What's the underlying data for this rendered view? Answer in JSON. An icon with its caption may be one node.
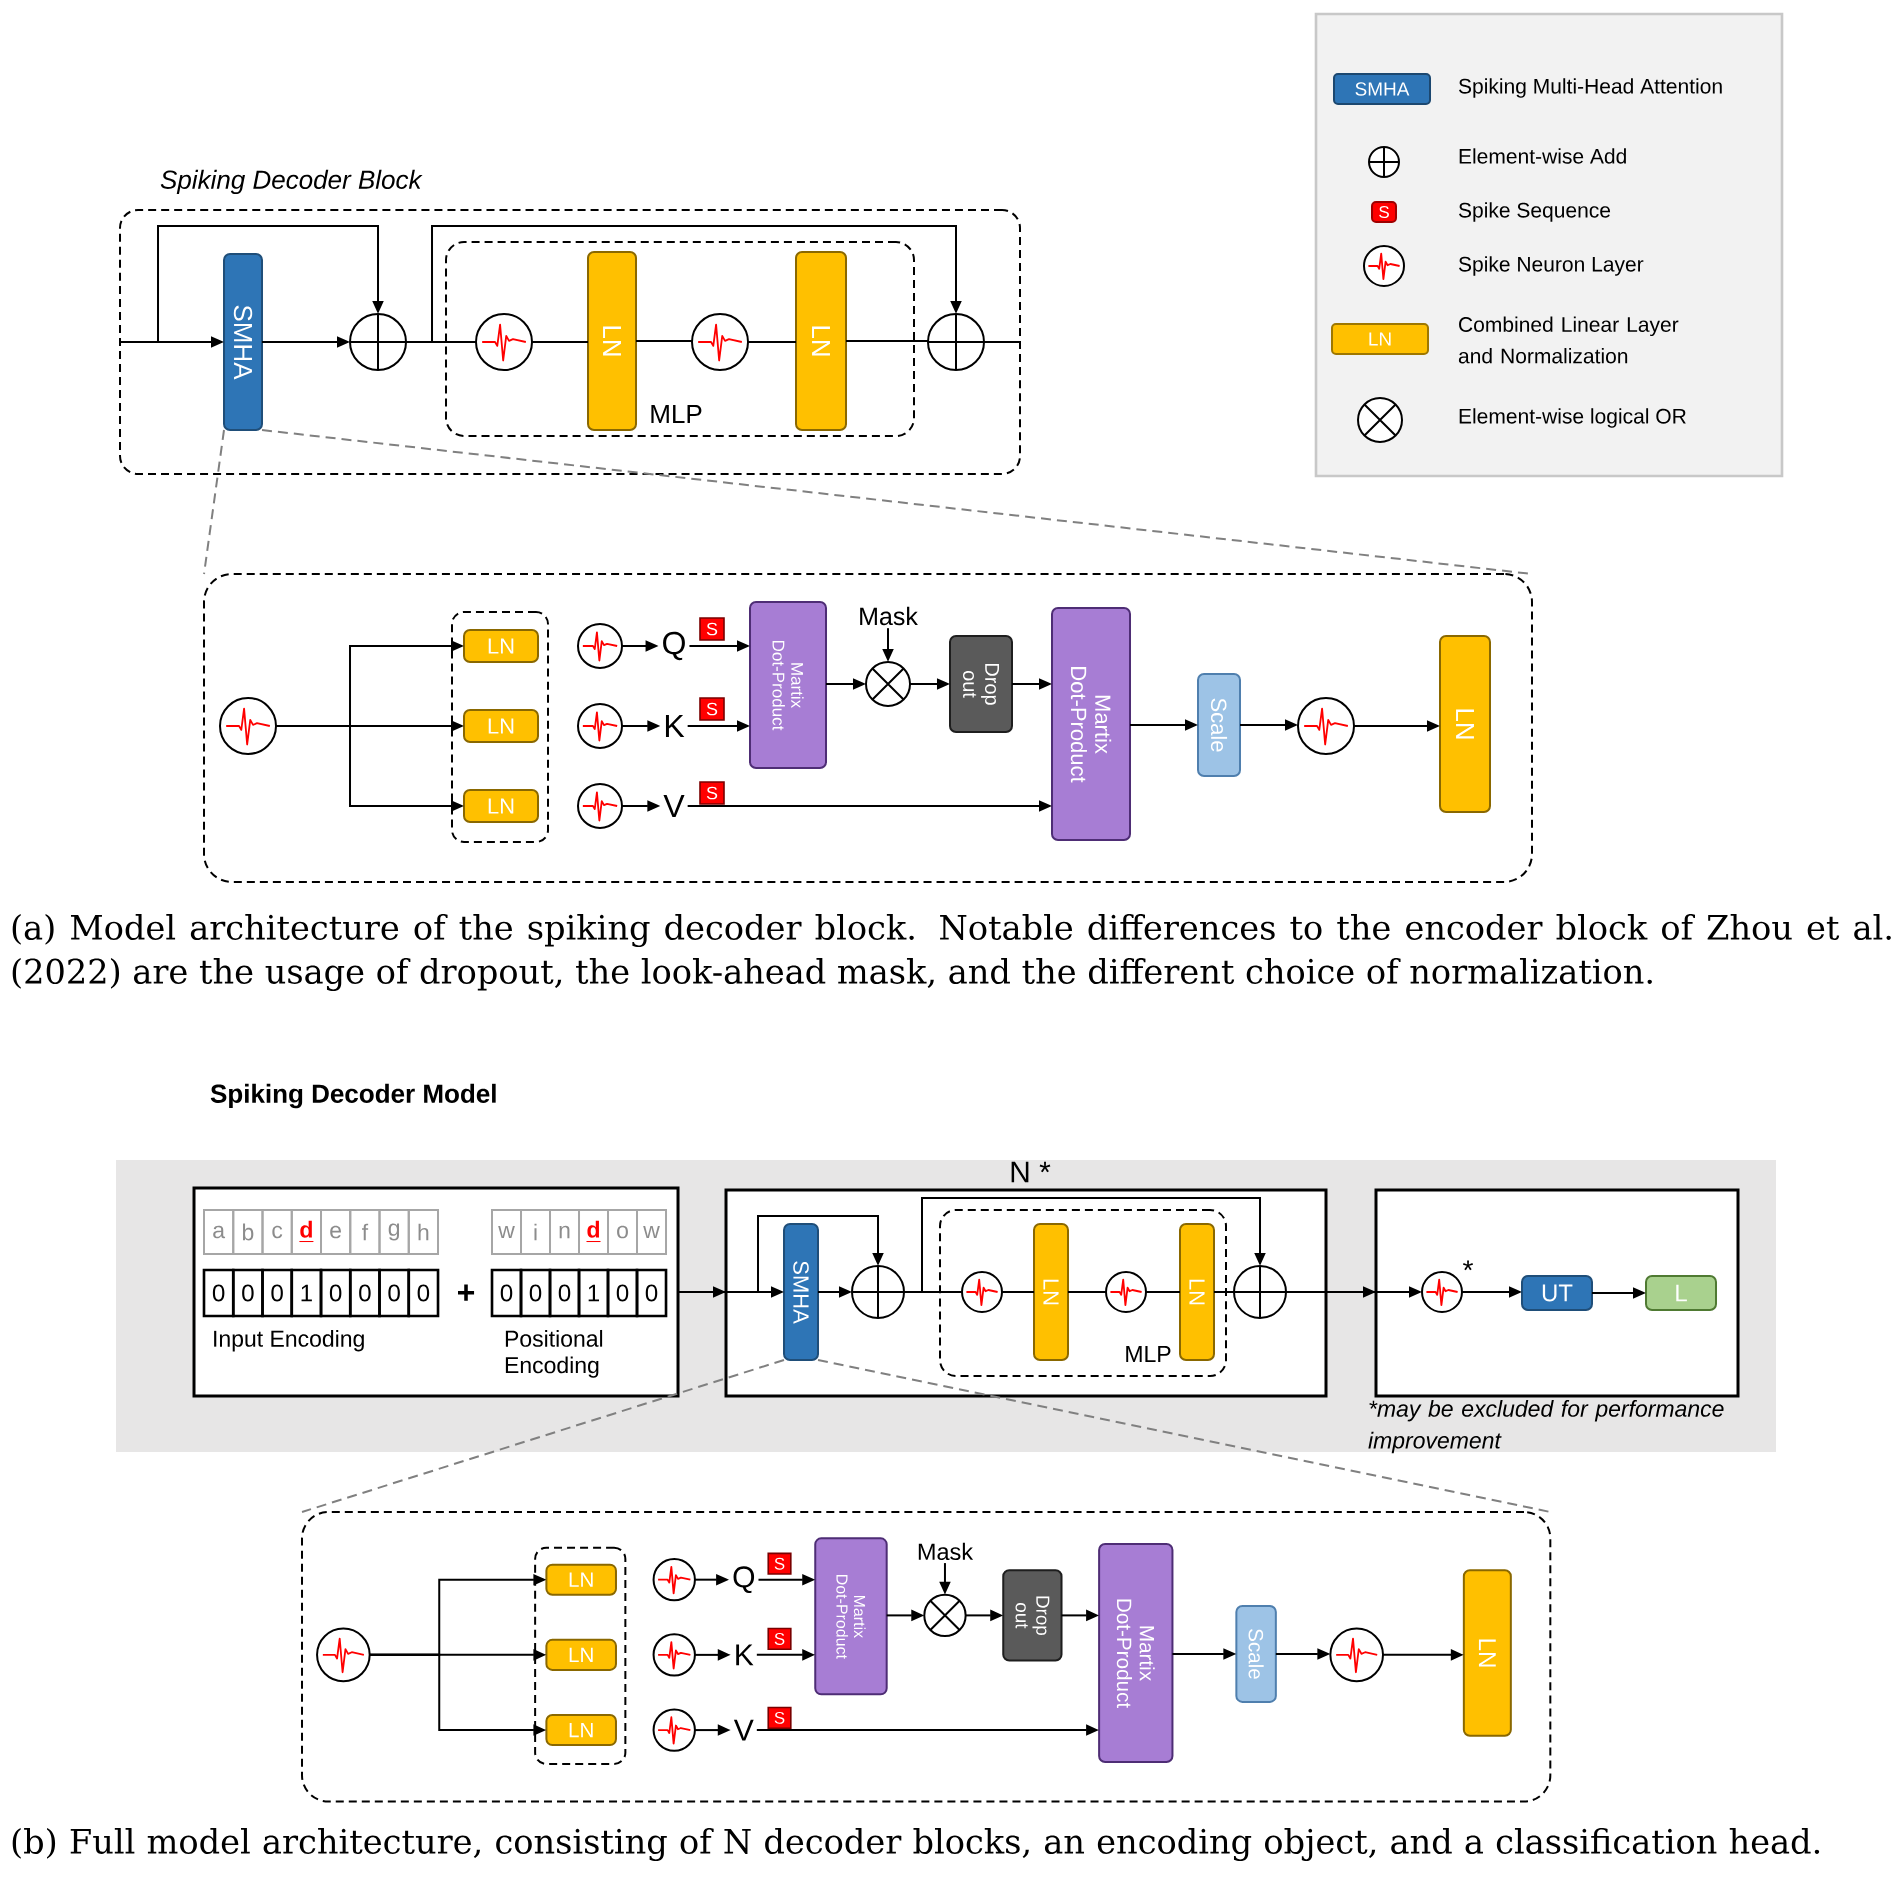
{
  "diagram": {
    "nodes": [
      {
        "text": [
          "Spiking Decoder Block"
        ]
      },
      {
        "text": [
          "SMHA"
        ],
        "in": 0
      },
      {
        "text": [],
        "shape": "circle",
        "in": 0
      },
      {
        "text": [
          "MLP"
        ],
        "in": 0
      },
      {
        "text": [],
        "shape": "circle",
        "in": 3
      },
      {
        "text": [
          "LN"
        ],
        "in": 3
      },
      {
        "text": [],
        "shape": "circle",
        "in": 3
      },
      {
        "text": [
          "LN"
        ],
        "in": 3
      },
      {
        "text": [],
        "shape": "circle",
        "in": 0
      },
      {
        "text": [],
        "shape": "box"
      },
      {
        "text": [],
        "shape": "circle",
        "in": 9
      },
      {
        "text": [],
        "shape": "box",
        "in": 9
      },
      {
        "text": [
          "LN"
        ],
        "in": 11
      },
      {
        "text": [
          "LN"
        ],
        "in": 11
      },
      {
        "text": [
          "LN"
        ],
        "in": 11
      },
      {
        "text": [],
        "shape": "circle",
        "in": 9
      },
      {
        "text": [],
        "shape": "circle",
        "in": 9
      },
      {
        "text": [],
        "shape": "circle",
        "in": 9
      },
      {
        "text": [
          "Q"
        ],
        "in": 9
      },
      {
        "text": [
          "K"
        ],
        "in": 9
      },
      {
        "text": [
          "V"
        ],
        "in": 9
      },
      {
        "text": [
          "Martix Dot-Product"
        ],
        "in": 9
      },
      {
        "text": [
          "Mask"
        ],
        "in": 9
      },
      {
        "text": [],
        "shape": "circle",
        "in": 9
      },
      {
        "text": [
          "Drop out"
        ],
        "in": 9
      },
      {
        "text": [
          "Martix Dot-Product"
        ],
        "in": 9
      },
      {
        "text": [
          "Scale"
        ],
        "in": 9
      },
      {
        "text": [],
        "shape": "circle",
        "in": 9
      },
      {
        "text": [
          "LN"
        ],
        "in": 9
      },
      {
        "text": [],
        "shape": "box"
      },
      {
        "text": [],
        "shape": "box",
        "in": 29
      },
      {
        "text": [
          "a",
          "b",
          "c",
          "d",
          "e",
          "f",
          "g",
          "h"
        ],
        "in": 30
      },
      {
        "text": [
          "0",
          "0",
          "0",
          "1",
          "0",
          "0",
          "0",
          "0"
        ],
        "beside": [
          "Input Encoding"
        ],
        "in": 30
      },
      {
        "text": [
          "w",
          "i",
          "n",
          "d",
          "o",
          "w"
        ],
        "in": 30
      },
      {
        "text": [
          "0",
          "0",
          "0",
          "1",
          "0",
          "0"
        ],
        "beside": [
          "Positional Encoding"
        ],
        "in": 30
      },
      {
        "text": [
          "N *"
        ],
        "in": 29
      },
      {
        "text": [
          "SMHA"
        ],
        "in": 35
      },
      {
        "text": [],
        "shape": "circle",
        "in": 35
      },
      {
        "text": [
          "MLP"
        ],
        "in": 35
      },
      {
        "text": [],
        "shape": "circle",
        "in": 38
      },
      {
        "text": [
          "LN"
        ],
        "in": 38
      },
      {
        "text": [],
        "shape": "circle",
        "in": 38
      },
      {
        "text": [
          "LN"
        ],
        "in": 38
      },
      {
        "text": [],
        "shape": "circle",
        "in": 35
      },
      {
        "text": [],
        "shape": "box",
        "in": 29
      },
      {
        "text": [],
        "shape": "circle",
        "beside": [
          "*"
        ],
        "in": 44
      },
      {
        "text": [
          "UT"
        ],
        "in": 44
      },
      {
        "text": [
          "L"
        ],
        "in": 44
      },
      {
        "text": [],
        "shape": "box"
      },
      {
        "text": [],
        "shape": "circle",
        "in": 48
      },
      {
        "text": [],
        "shape": "box",
        "in": 48
      },
      {
        "text": [
          "LN"
        ],
        "in": 50
      },
      {
        "text": [
          "LN"
        ],
        "in": 50
      },
      {
        "text": [
          "LN"
        ],
        "in": 50
      },
      {
        "text": [],
        "shape": "circle",
        "in": 48
      },
      {
        "text": [],
        "shape": "circle",
        "in": 48
      },
      {
        "text": [],
        "shape": "circle",
        "in": 48
      },
      {
        "text": [
          "Q"
        ],
        "in": 48
      },
      {
        "text": [
          "K"
        ],
        "in": 48
      },
      {
        "text": [
          "V"
        ],
        "in": 48
      },
      {
        "text": [
          "Martix Dot-Product"
        ],
        "in": 48
      },
      {
        "text": [
          "Mask"
        ],
        "in": 48
      },
      {
        "text": [],
        "shape": "circle",
        "in": 48
      },
      {
        "text": [
          "Drop out"
        ],
        "in": 48
      },
      {
        "text": [
          "Martix Dot-Product"
        ],
        "in": 48
      },
      {
        "text": [
          "Scale"
        ],
        "in": 48
      },
      {
        "text": [],
        "shape": "circle",
        "in": 48
      },
      {
        "text": [
          "LN"
        ],
        "in": 48
      }
    ],
    "edges": [
      {
        "from": null,
        "to": 1,
        "arrow": "to"
      },
      {
        "from": null,
        "to": 2,
        "arrow": "to"
      },
      {
        "from": 1,
        "to": 2,
        "arrow": "to"
      },
      {
        "from": 2,
        "to": 4,
        "arrow": "none"
      },
      {
        "from": 2,
        "to": 8,
        "arrow": "to"
      },
      {
        "from": 4,
        "to": 5,
        "arrow": "none"
      },
      {
        "from": 5,
        "to": 6,
        "arrow": "none"
      },
      {
        "from": 6,
        "to": 7,
        "arrow": "none"
      },
      {
        "from": 7,
        "to": 8,
        "arrow": "none"
      },
      {
        "from": 8,
        "to": null,
        "arrow": "none"
      },
      {
        "from": 1,
        "to": 9,
        "arrow": "none",
        "style": "dashed",
        "color": "#808080"
      },
      {
        "from": 1,
        "to": 9,
        "arrow": "none",
        "style": "dashed",
        "color": "#808080"
      },
      {
        "from": 10,
        "to": 12,
        "arrow": "to"
      },
      {
        "from": 10,
        "to": 13,
        "arrow": "to"
      },
      {
        "from": 10,
        "to": 14,
        "arrow": "to"
      },
      {
        "from": 15,
        "to": 18,
        "arrow": "to"
      },
      {
        "from": 16,
        "to": 19,
        "arrow": "to"
      },
      {
        "from": 17,
        "to": 20,
        "arrow": "to"
      },
      {
        "from": 18,
        "to": 21,
        "arrow": "to",
        "label": "S"
      },
      {
        "from": 19,
        "to": 21,
        "arrow": "to",
        "label": "S"
      },
      {
        "from": 20,
        "to": 25,
        "arrow": "to",
        "label": "S"
      },
      {
        "from": 21,
        "to": 23,
        "arrow": "to"
      },
      {
        "from": 22,
        "to": 23,
        "arrow": "to"
      },
      {
        "from": 23,
        "to": 24,
        "arrow": "to"
      },
      {
        "from": 24,
        "to": 25,
        "arrow": "to"
      },
      {
        "from": 25,
        "to": 26,
        "arrow": "to"
      },
      {
        "from": 26,
        "to": 27,
        "arrow": "to"
      },
      {
        "from": 27,
        "to": 28,
        "arrow": "to"
      },
      {
        "from": 30,
        "to": 36,
        "arrow": "to"
      },
      {
        "from": 30,
        "to": 37,
        "arrow": "to"
      },
      {
        "from": 36,
        "to": 37,
        "arrow": "to"
      },
      {
        "from": 37,
        "to": 39,
        "arrow": "none"
      },
      {
        "from": 37,
        "to": 43,
        "arrow": "to"
      },
      {
        "from": 39,
        "to": 40,
        "arrow": "none"
      },
      {
        "from": 40,
        "to": 41,
        "arrow": "none"
      },
      {
        "from": 41,
        "to": 42,
        "arrow": "none"
      },
      {
        "from": 42,
        "to": 43,
        "arrow": "none"
      },
      {
        "from": 43,
        "to": 45,
        "arrow": "to"
      },
      {
        "from": 45,
        "to": 46,
        "arrow": "to"
      },
      {
        "from": 46,
        "to": 47,
        "arrow": "to"
      },
      {
        "from": 36,
        "to": 48,
        "arrow": "none",
        "style": "dashed",
        "color": "#808080"
      },
      {
        "from": 36,
        "to": 48,
        "arrow": "none",
        "style": "dashed",
        "color": "#808080"
      },
      {
        "from": 49,
        "to": 51,
        "arrow": "to"
      },
      {
        "from": 49,
        "to": 52,
        "arrow": "to"
      },
      {
        "from": 49,
        "to": 53,
        "arrow": "to"
      },
      {
        "from": 54,
        "to": 57,
        "arrow": "to"
      },
      {
        "from": 55,
        "to": 58,
        "arrow": "to"
      },
      {
        "from": 56,
        "to": 59,
        "arrow": "to"
      },
      {
        "from": 57,
        "to": 60,
        "arrow": "to",
        "label": "S"
      },
      {
        "from": 58,
        "to": 60,
        "arrow": "to",
        "label": "S"
      },
      {
        "from": 59,
        "to": 64,
        "arrow": "to",
        "label": "S"
      },
      {
        "from": 60,
        "to": 62,
        "arrow": "to"
      },
      {
        "from": 61,
        "to": 62,
        "arrow": "to"
      },
      {
        "from": 62,
        "to": 63,
        "arrow": "to"
      },
      {
        "from": 63,
        "to": 64,
        "arrow": "to"
      },
      {
        "from": 64,
        "to": 65,
        "arrow": "to"
      },
      {
        "from": 65,
        "to": 66,
        "arrow": "to"
      },
      {
        "from": 66,
        "to": 67,
        "arrow": "to"
      }
    ],
    "labels": [
      "SMHA",
      "S",
      "LN",
      "(a) Model architecture of the spiking decoder block. Notable differences to the encoder block of Zhou et al. (2022) are the usage of dropout, the look-ahead mask, and the different choice of normalization.",
      "Spiking Decoder Model",
      "+",
      "*may be excluded for performance improvement",
      "(b) Full model architecture, consisting of N decoder blocks, an encoding object, and a classification head."
    ],
    "legend": [
      {
        "text": "Spiking Multi-Head Attention",
        "color": "#2e75b6"
      },
      {
        "text": "Element-wise Add"
      },
      {
        "text": "Spike Sequence",
        "color": "#ff0000"
      },
      {
        "text": "Spike Neuron Layer"
      },
      {
        "text": "Combined Linear Layer and Normalization",
        "color": "#ffc000"
      },
      {
        "text": "Element-wise logical OR"
      }
    ]
  }
}
